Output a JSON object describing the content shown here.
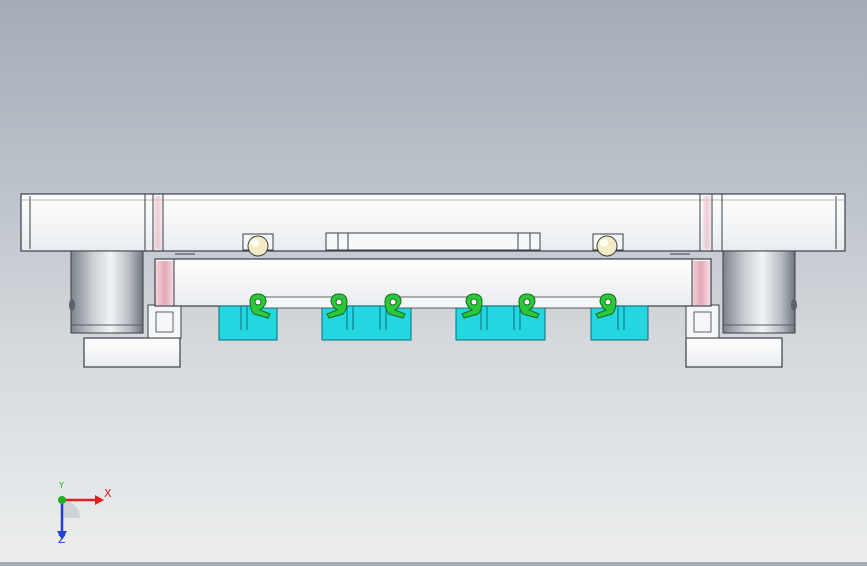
{
  "view": {
    "name": "cad-front-view",
    "colors": {
      "body_fill": "#f4f6f8",
      "body_edge": "#3a3f45",
      "cylinder_dark": "#8e959b",
      "cylinder_light": "#e6eaee",
      "pink_accent": "#e8b9c4",
      "block_cyan": "#24d6e0",
      "clamp_green": "#2cc83a",
      "dowel_yellow": "#f3ecc2"
    }
  },
  "triad": {
    "x_label": "X",
    "y_label": "Y",
    "z_label": "Z",
    "x_color": "#e02020",
    "y_color": "#20b020",
    "z_color": "#2040d0"
  }
}
